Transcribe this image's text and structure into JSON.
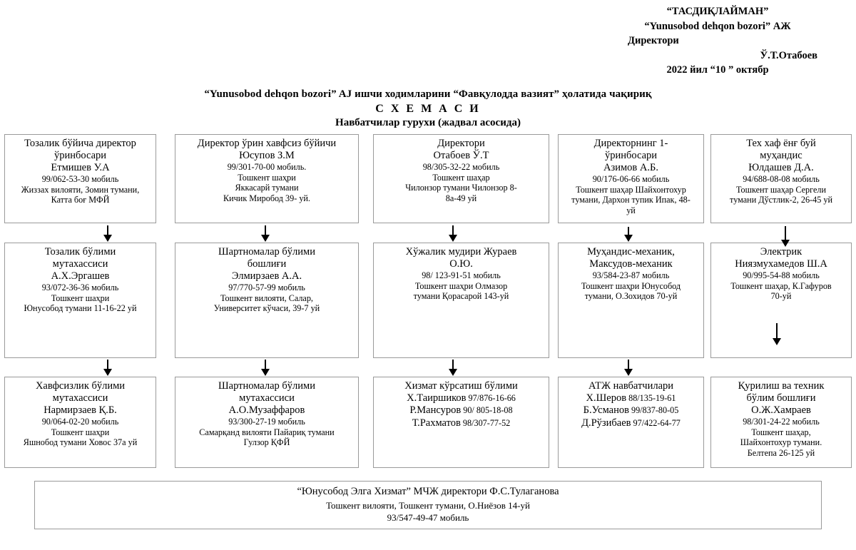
{
  "approval": {
    "line1": "“ТАСДИҚЛАЙМАН”",
    "line2": "“Yunusobod dehqon bozori” АЖ",
    "line3": "Директори",
    "line4": "Ў.Т.Отабоев",
    "line5": "2022 йил “10 ” октябр"
  },
  "title": {
    "line1": "“Yunusobod  dehqon bozori” AJ ишчи ходимларини “Фавқулодда вазият” ҳолатида чақириқ",
    "line2": "С Х Е М А С И",
    "line3": "Навбатчилар гурухи (жадвал асосида)"
  },
  "chart_data": {
    "type": "diagram",
    "columns": 5,
    "rows": 3,
    "nodes": [
      {
        "row": 1,
        "col": 1,
        "title": [
          "Тозалик бўйича директор",
          "ўринбосари"
        ],
        "name": "Етмишев У.А",
        "phone": "99/062-53-30 мобиль",
        "address": [
          "Жиззах вилояти, Зомин тумани,",
          "Катта боғ МФЙ"
        ]
      },
      {
        "row": 1,
        "col": 2,
        "title": [
          "Директор ўрин хавфсиз бўйичи"
        ],
        "name": "Юсупов З.М",
        "phone": "99/301-70-00 мобиль.",
        "address": [
          "Тошкент шаҳри",
          "Яккасарй тумани",
          "Кичик Миробод 39- уй."
        ]
      },
      {
        "row": 1,
        "col": 3,
        "title": [
          "Директори"
        ],
        "name": "Отабоев Ў.Т",
        "phone": "98/305-32-22 мобиль",
        "address": [
          "Тошкент шаҳар",
          "Чилонзор тумани  Чилонзор 8-",
          "8а-49 уй"
        ]
      },
      {
        "row": 1,
        "col": 4,
        "title": [
          "Директорнинг 1-",
          "ўринбосари"
        ],
        "name": "Азимов А.Б.",
        "phone": "90/176-06-66 мобиль",
        "address": [
          "Тошкент шаҳар Шайхонтохур",
          "тумани, Дархон тупик Ипак, 48-",
          "уй"
        ]
      },
      {
        "row": 1,
        "col": 5,
        "title": [
          "Тех хаф ёнғ буй",
          "муҳандис"
        ],
        "name": "Юлдашев Д.А.",
        "phone": "94/688-08-08 мобиль",
        "address": [
          "Тошкент шаҳар Сергели",
          "тумани Дўстлик-2, 26-45 уй"
        ]
      },
      {
        "row": 2,
        "col": 1,
        "title": [
          "Тозалик бўлими",
          "мутахассиси"
        ],
        "name": "А.Х.Эргашев",
        "phone": "93/072-36-36 мобиль",
        "address": [
          "Тошкент шаҳри",
          "Юнусобод тумани 11-16-22 уй"
        ]
      },
      {
        "row": 2,
        "col": 2,
        "title": [
          "Шартномалар бўлими",
          "бошлиғи"
        ],
        "name": "Элмирзаев А.А.",
        "phone": "97/770-57-99 мобиль",
        "address": [
          "Тошкент вилояти, Салар,",
          "Университет кўчаси, 39-7 уй"
        ]
      },
      {
        "row": 2,
        "col": 3,
        "title": [
          "Хўжалик мудири  Жураев",
          "О.Ю."
        ],
        "name": "",
        "phone": "98/ 123-91-51 мобиль",
        "address": [
          "Тошкент шаҳри  Олмазор",
          "тумани Қорасарой 143-уй"
        ]
      },
      {
        "row": 2,
        "col": 4,
        "title": [
          "Муҳандис-механик,",
          "Максудов-механик"
        ],
        "name": "",
        "phone": "93/584-23-87 мобиль",
        "address": [
          "Тошкент шаҳри Юнусобод",
          "тумани, О.Зохидов 70-уй"
        ]
      },
      {
        "row": 2,
        "col": 5,
        "title": [
          "Электрик"
        ],
        "name": "Ниязмухамедов Ш.А",
        "phone": "90/995-54-88 мобиль",
        "address": [
          "Тошкент шаҳар, К.Гафуров",
          "70-уй"
        ]
      },
      {
        "row": 3,
        "col": 1,
        "title": [
          "Хавфсизлик бўлими",
          "мутахассиси"
        ],
        "name": "Нармирзаев Қ.Б.",
        "phone": "90/064-02-20 мобиль",
        "address": [
          "Тошкент шаҳри",
          "Яшнобод тумани Ховос 37а уй"
        ]
      },
      {
        "row": 3,
        "col": 2,
        "title": [
          "Шартномалар бўлими",
          "мутахассиси"
        ],
        "name": "А.О.Музаффаров",
        "phone": "93/300-27-19 мобиль",
        "address": [
          "Самарқанд вилояти Пайариқ тумани",
          "Гулзор ҚФЙ"
        ]
      },
      {
        "row": 3,
        "col": 3,
        "title": [
          "Хизмат кўрсатиш бўлими"
        ],
        "people": [
          {
            "name": "Х.Таиршиков",
            "phone": "97/876-16-66"
          },
          {
            "name": "Р.Мансуров",
            "phone": "90/ 805-18-08"
          },
          {
            "name": "Т.Рахматов",
            "phone": "98/307-77-52"
          }
        ]
      },
      {
        "row": 3,
        "col": 4,
        "title": [
          "АТЖ навбатчилари"
        ],
        "people": [
          {
            "name": "Х.Шеров",
            "phone": "88/135-19-61"
          },
          {
            "name": "Б.Усманов",
            "phone": "99/837-80-05"
          },
          {
            "name": "Д.Рўзибаев",
            "phone": "97/422-64-77"
          }
        ]
      },
      {
        "row": 3,
        "col": 5,
        "title": [
          "Қурилиш ва техник",
          "бўлим бошлиғи"
        ],
        "name": "О.Ж.Хамраев",
        "phone": "98/301-24-22 мобиль",
        "address": [
          "Тошкент шаҳар,",
          "Шайхонтохур тумани.",
          "Белтепа 26-125 уй"
        ]
      }
    ]
  },
  "footer": {
    "line1": "“Юнусобод Элга Хизмат” МЧЖ директори Ф.С.Тулаганова",
    "line2": "Тошкент вилояти, Тошкент тумани,  О.Ниёзов 14-уй",
    "line3": "93/547-49-47 мобиль"
  },
  "colors": {
    "border": "#9a9a9a",
    "text": "#000000",
    "background": "#ffffff"
  }
}
